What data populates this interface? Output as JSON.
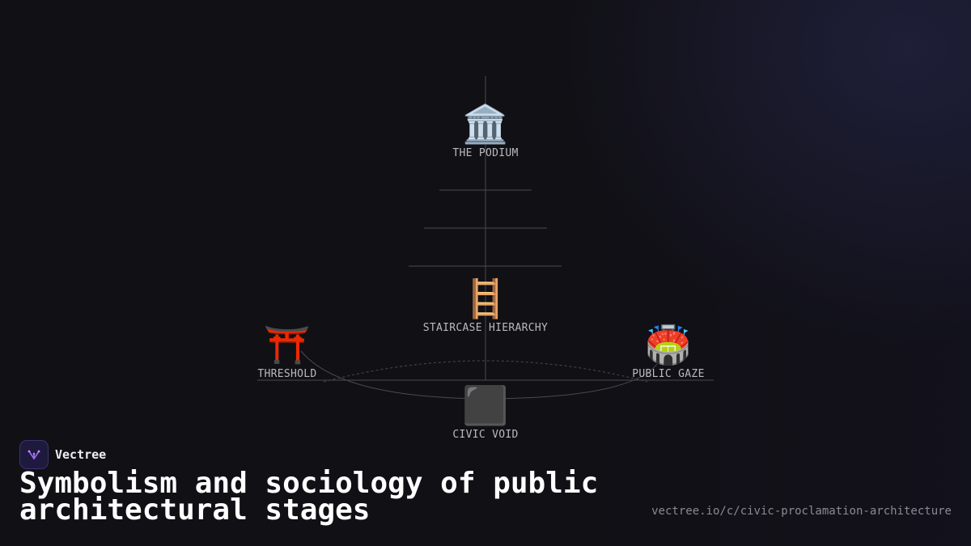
{
  "diagram": {
    "nodes": {
      "podium": {
        "label": "THE PODIUM",
        "icon": "classical-building-icon"
      },
      "staircase": {
        "label": "STAIRCASE HIERARCHY",
        "icon": "ladder-icon"
      },
      "threshold": {
        "label": "THRESHOLD",
        "icon": "torii-gate-icon"
      },
      "gaze": {
        "label": "PUBLIC GAZE",
        "icon": "stadium-icon"
      },
      "void": {
        "label": "CIVIC VOID",
        "icon": "black-square-icon"
      }
    }
  },
  "brand": {
    "name": "Vectree",
    "accent": "#8a5cf6"
  },
  "title": "Symbolism and sociology of public architectural stages",
  "url": "vectree.io/c/civic-proclamation-architecture"
}
